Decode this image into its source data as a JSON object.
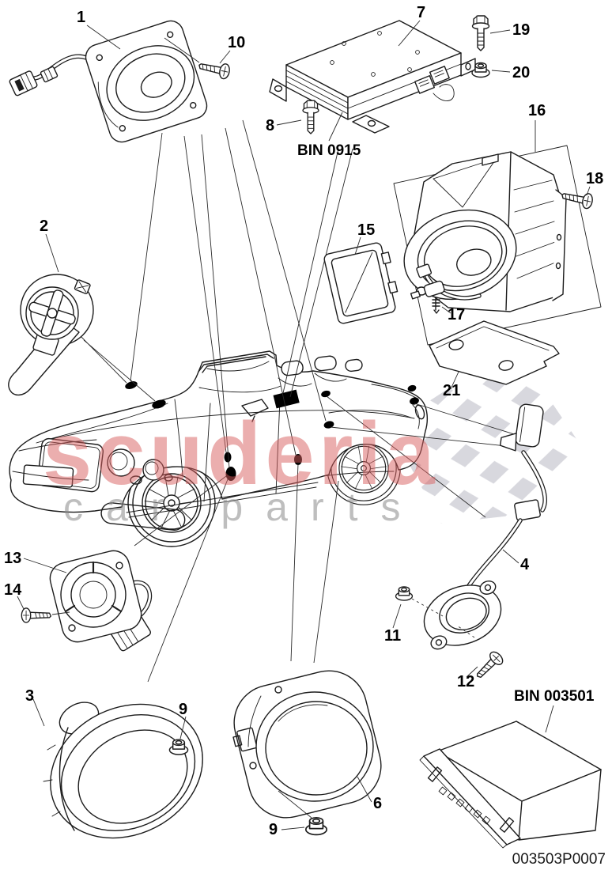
{
  "watermark": {
    "brand": "scuderia",
    "tagline": "car parts",
    "brand_color": "#d95f5f",
    "tagline_color": "#8a8a8a",
    "checker_color": "#d8d8de"
  },
  "labels": {
    "bin_top": "BIN 0915",
    "bin_bottom": "BIN 003501",
    "part_number": "003503P0007"
  },
  "callouts": {
    "c1": "1",
    "c2": "2",
    "c3": "3",
    "c4": "4",
    "c6": "6",
    "c7": "7",
    "c8": "8",
    "c9a": "9",
    "c9b": "9",
    "c10": "10",
    "c11": "11",
    "c12": "12",
    "c13": "13",
    "c14": "14",
    "c15": "15",
    "c16": "16",
    "c17": "17",
    "c18": "18",
    "c19": "19",
    "c20": "20",
    "c21": "21"
  },
  "colors": {
    "line": "#1c1c1c",
    "marker": "#000000",
    "background": "#ffffff"
  }
}
